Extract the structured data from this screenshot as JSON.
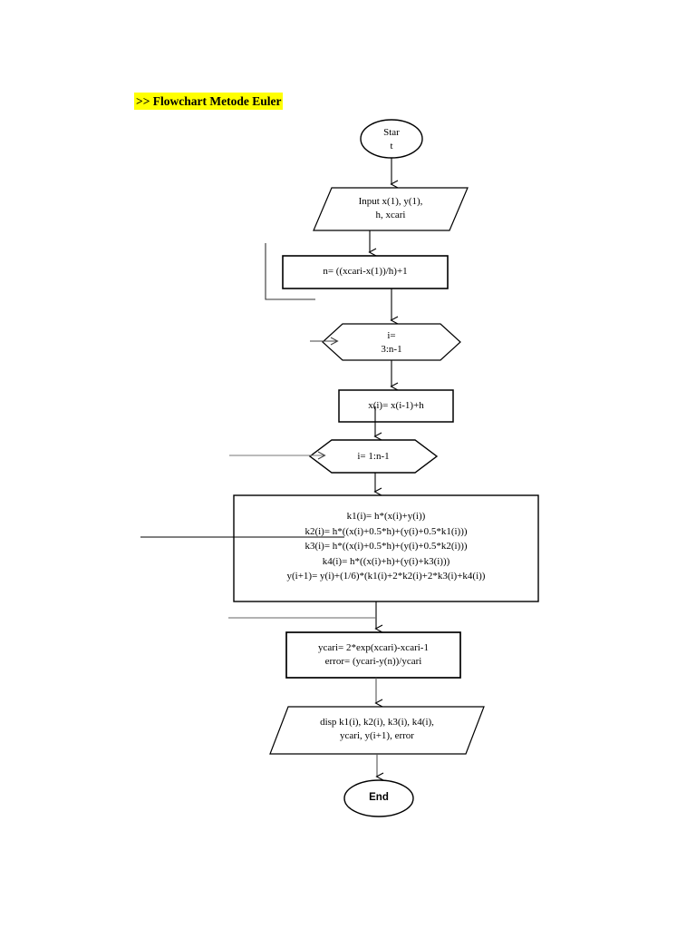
{
  "document": {
    "title": ">> Flowchart Metode Euler",
    "highlight_color": "#ffff00",
    "page_background": "#ffffff",
    "ink_color": "#000000"
  },
  "flowchart": {
    "type": "flowchart",
    "orientation": "top-to-bottom",
    "nodes": [
      {
        "id": "start",
        "shape": "ellipse",
        "label": "Star\nt",
        "label_plain": "Start"
      },
      {
        "id": "input",
        "shape": "parallelogram",
        "label": "Input x(1), y(1),\nh, xcari"
      },
      {
        "id": "calc-n",
        "shape": "rectangle",
        "label": "n= ((xcari-x(1))/h)+1"
      },
      {
        "id": "loop-1",
        "shape": "hexagon",
        "label": "i=\n3:n-1"
      },
      {
        "id": "calc-x",
        "shape": "rectangle",
        "label": "x(i)= x(i-1)+h"
      },
      {
        "id": "loop-2",
        "shape": "hexagon",
        "label": "i= 1:n-1"
      },
      {
        "id": "runge-kutta",
        "shape": "rectangle",
        "label": "k1(i)= h*(x(i)+y(i))\nk2(i)= h*((x(i)+0.5*h)+(y(i)+0.5*k1(i)))\nk3(i)= h*((x(i)+0.5*h)+(y(i)+0.5*k2(i)))\nk4(i)= h*((x(i)+h)+(y(i)+k3(i)))\ny(i+1)= y(i)+(1/6)*(k1(i)+2*k2(i)+2*k3(i)+k4(i))",
        "lines": [
          "k1(i)= h*(x(i)+y(i))",
          "k2(i)= h*((x(i)+0.5*h)+(y(i)+0.5*k1(i)))",
          "k3(i)= h*((x(i)+0.5*h)+(y(i)+0.5*k2(i)))",
          "k4(i)= h*((x(i)+h)+(y(i)+k3(i)))",
          "y(i+1)= y(i)+(1/6)*(k1(i)+2*k2(i)+2*k3(i)+k4(i))"
        ]
      },
      {
        "id": "error-calc",
        "shape": "rectangle",
        "label": "ycari= 2*exp(xcari)-xcari-1\nerror= (ycari-y(n))/ycari"
      },
      {
        "id": "display",
        "shape": "parallelogram",
        "label": "disp k1(i), k2(i), k3(i), k4(i),\nycari, y(i+1), error"
      },
      {
        "id": "end",
        "shape": "ellipse",
        "label": "End"
      }
    ],
    "edges": [
      {
        "from": "start",
        "to": "input",
        "kind": "arrow-down"
      },
      {
        "from": "input",
        "to": "calc-n",
        "kind": "arrow-down"
      },
      {
        "from": "calc-n",
        "to": "loop-1",
        "kind": "arrow-down"
      },
      {
        "from": "loop-1",
        "to": "calc-x",
        "kind": "arrow-down"
      },
      {
        "from": "calc-x",
        "to": "loop-2",
        "kind": "arrow-down"
      },
      {
        "from": "loop-2",
        "to": "runge-kutta",
        "kind": "arrow-down"
      },
      {
        "from": "runge-kutta",
        "to": "error-calc",
        "kind": "arrow-down"
      },
      {
        "from": "error-calc",
        "to": "display",
        "kind": "arrow-down"
      },
      {
        "from": "display",
        "to": "end",
        "kind": "arrow-down"
      },
      {
        "from": "calc-n",
        "to": "loop-1",
        "kind": "loop-back-left-bracket"
      },
      {
        "from": "runge-kutta",
        "to": "loop-1",
        "kind": "feedback-horizontal-upper"
      },
      {
        "from": "runge-kutta",
        "to": "loop-2",
        "kind": "feedback-horizontal-lower"
      }
    ]
  }
}
